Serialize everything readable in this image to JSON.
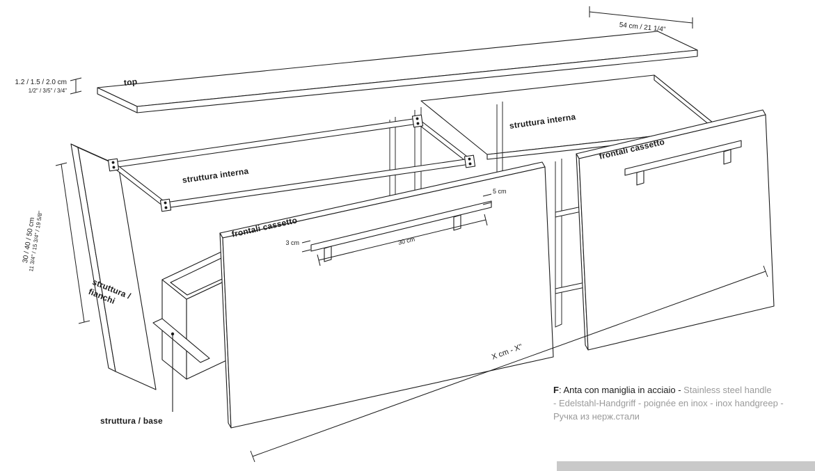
{
  "parts": {
    "top": "top",
    "struttura_interna_left": "struttura interna",
    "struttura_interna_right": "struttura interna",
    "frontali_cassetto_left": "frontali cassetto",
    "frontali_cassetto_right": "frontali cassetto",
    "fianchi_line1": "struttura /",
    "fianchi_line2": "fianchi",
    "base": "struttura / base"
  },
  "dimensions": {
    "thickness_cm": "1.2 / 1.5 / 2.0 cm",
    "thickness_in": "1/2\" / 3/5\" / 3/4\"",
    "depth": "54 cm / 21 1/4\"",
    "height_cm": "30 / 40 / 50 cm",
    "height_in": "11 3/4\" / 15 3/4\" / 19 5/8\"",
    "handle_gap": "5 cm",
    "handle_h": "3 cm",
    "handle_len": "30 cm",
    "width": "X cm - X\""
  },
  "footnote": {
    "label": "F",
    "text_it": ": Anta con maniglia in acciaio - ",
    "text_en": "Stainless steel handle",
    "line2": "- Edelstahl-Handgriff - poignée en inox - inox handgreep -",
    "line3": "Ручка из нерж.стали"
  },
  "colors": {
    "line": "#1a1a1a",
    "gray_text": "#9a9a9a",
    "footer_bar": "#c9c9c9"
  }
}
